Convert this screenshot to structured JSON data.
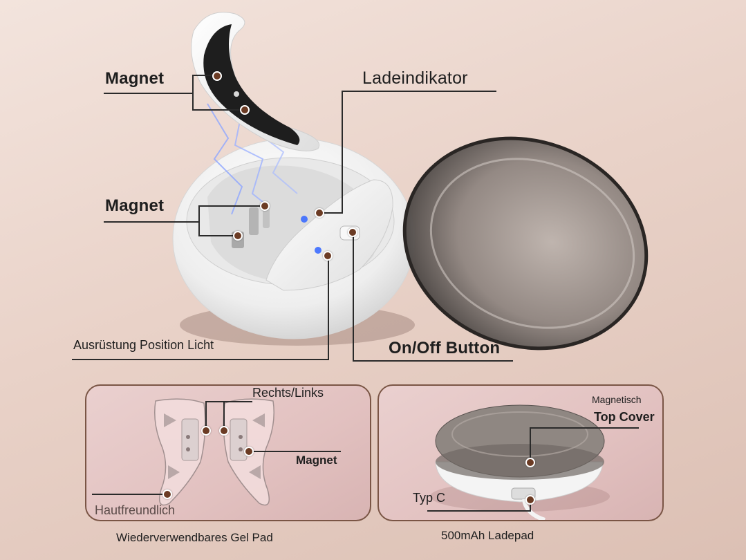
{
  "labels": {
    "magnet_top": "Magnet",
    "magnet_mid": "Magnet",
    "ladeindikator": "Ladeindikator",
    "position_licht": "Ausrüstung Position Licht",
    "on_off": "On/Off Button"
  },
  "left_panel": {
    "rechts_links": "Rechts/Links",
    "magnet": "Magnet",
    "hautfreundlich": "Hautfreundlich",
    "caption": "Wiederverwendbares Gel Pad"
  },
  "right_panel": {
    "magnetisch": "Magnetisch",
    "top_cover": "Top Cover",
    "typ_c": "Typ C",
    "caption": "500mAh Ladepad"
  },
  "colors": {
    "accent_dot": "#6b3b24",
    "panel_border": "#7a5545",
    "led_blue": "#3b6bff"
  }
}
